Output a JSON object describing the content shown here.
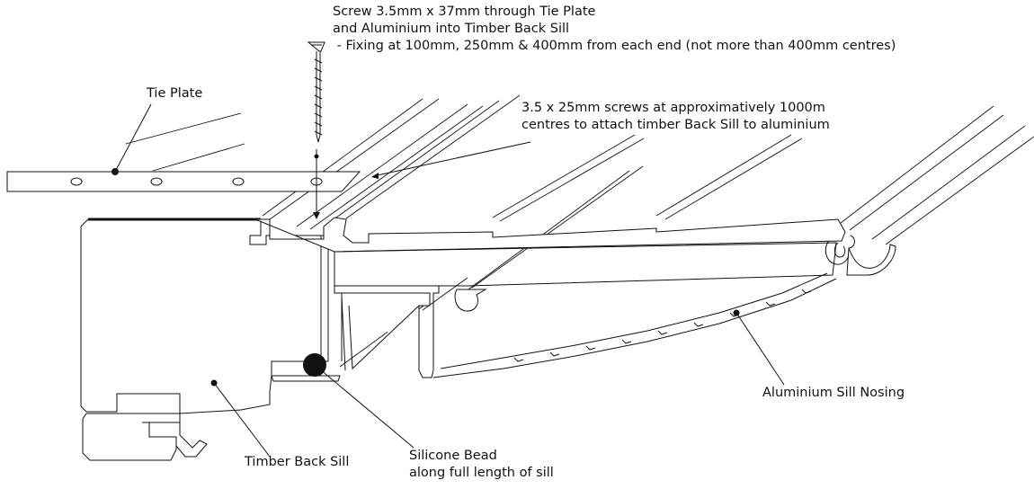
{
  "labels": {
    "screw_line1": "Screw 3.5mm x 37mm through Tie Plate",
    "screw_line2": "and Aluminium into Timber Back Sill",
    "screw_line3": " - Fixing at 100mm, 250mm & 400mm from each end (not more than 400mm centres)",
    "tie_plate": "Tie Plate",
    "screws_line1": "3.5 x 25mm screws at approximatively 1000m",
    "screws_line2": "centres to attach timber Back Sill to aluminium",
    "timber_back_sill": "Timber Back Sill",
    "silicone_line1": "Silicone Bead",
    "silicone_line2": "along full length of sill",
    "aluminium_sill_nosing": "Aluminium Sill Nosing"
  }
}
